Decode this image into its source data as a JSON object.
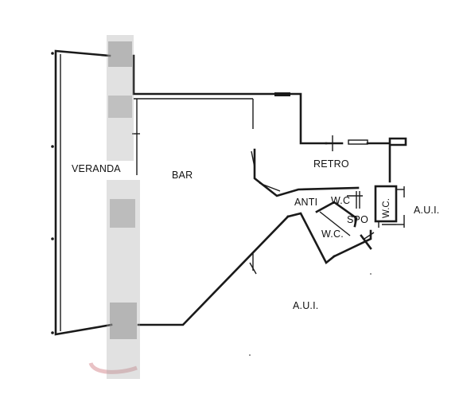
{
  "rooms": {
    "veranda": "VERANDA",
    "bar": "BAR",
    "retro": "RETRO",
    "anti": "ANTI",
    "wc_upper": "W.C",
    "wc_lower": "W.C.",
    "spo": "SPO",
    "wc_vertical": "W.C.",
    "aui_right": "A.U.I.",
    "aui_bottom": "A.U.I."
  },
  "colors": {
    "wall": "#1a1a1a",
    "blur": "#a8a8a8",
    "mark": "#c0505a"
  }
}
